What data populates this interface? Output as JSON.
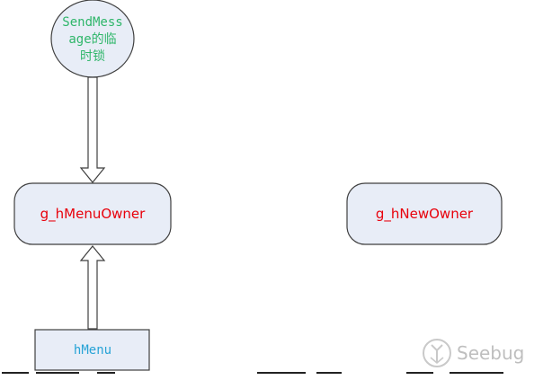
{
  "diagram": {
    "lock_label_lines": [
      "SendMess",
      "age的临",
      "时锁"
    ],
    "menu_owner_label": "g_hMenuOwner",
    "new_owner_label": "g_hNewOwner",
    "menu_label": "hMenu"
  },
  "watermark": {
    "brand": "Seebug"
  },
  "colors": {
    "lock_text": "#2fb66a",
    "owner_text": "#e8000b",
    "menu_text": "#27a3d6",
    "node_fill": "#e8edf7",
    "stroke": "#3f3f3f"
  }
}
